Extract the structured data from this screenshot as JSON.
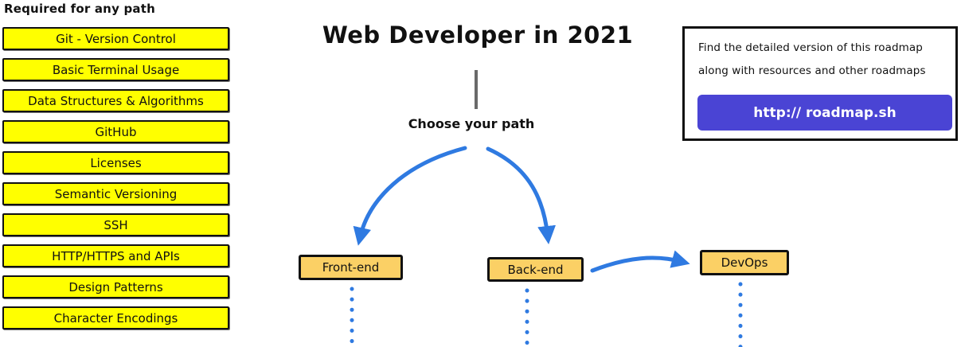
{
  "colors": {
    "yellow": "#ffff00",
    "amber": "#fbd065",
    "blue": "#2f7ae1",
    "indigo": "#4a44d4",
    "gray": "#6a6a6a",
    "ink": "#111111"
  },
  "left_panel": {
    "title": "Required for any path",
    "items": [
      "Git - Version Control",
      "Basic Terminal Usage",
      "Data Structures & Algorithms",
      "GitHub",
      "Licenses",
      "Semantic Versioning",
      "SSH",
      "HTTP/HTTPS and APIs",
      "Design Patterns",
      "Character Encodings"
    ]
  },
  "main": {
    "title": "Web Developer in 2021",
    "choose_label": "Choose your path",
    "paths": [
      {
        "label": "Front-end"
      },
      {
        "label": "Back-end"
      },
      {
        "label": "DevOps"
      }
    ]
  },
  "info_box": {
    "line1": "Find the detailed version of this roadmap",
    "line2": "along with resources and other roadmaps",
    "link_label": "http:// roadmap.sh"
  }
}
